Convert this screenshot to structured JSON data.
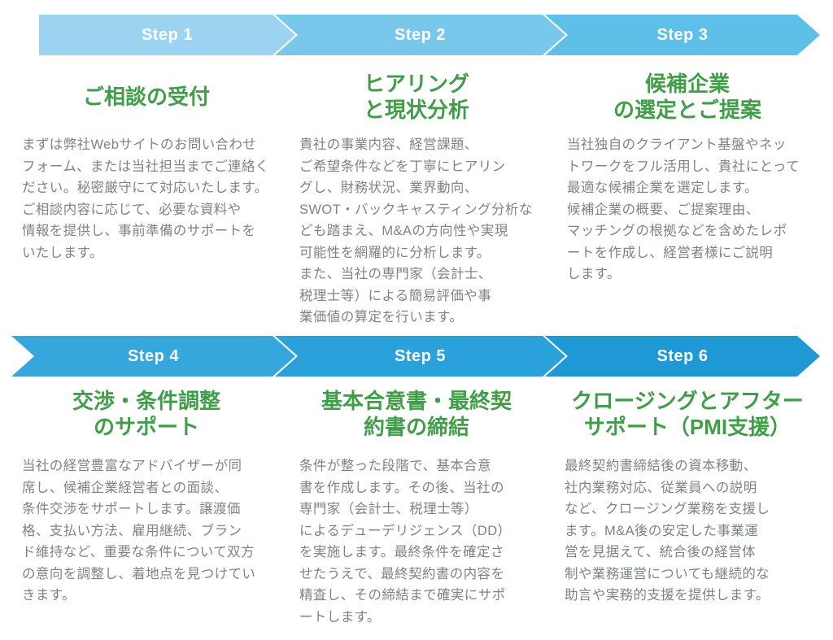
{
  "colors": {
    "background": "#ffffff",
    "title_green": "#3f9e47",
    "body_gray": "#7e8387",
    "step_label_white": "#ffffff"
  },
  "steps": [
    {
      "label": "Step 1",
      "arrow_color": "#9bd3f0",
      "title": [
        "ご相談の受付"
      ],
      "body": [
        "まずは弊社Webサイトのお問い合わせ",
        "フォーム、または当社担当までご連絡く",
        "ださい。秘密厳守にて対応いたします。",
        "ご相談内容に応じて、必要な資料や",
        "情報を提供し、事前準備のサポートを",
        "いたします。"
      ]
    },
    {
      "label": "Step 2",
      "arrow_color": "#79c8ec",
      "title": [
        "ヒアリング",
        "と現状分析"
      ],
      "body": [
        "貴社の事業内容、経営課題、",
        "ご希望条件などを丁寧にヒアリン",
        "グし、財務状況、業界動向、",
        "SWOT・バックキャスティング分析な",
        "ども踏まえ、M&Aの方向性や実現",
        "可能性を網羅的に分析します。",
        "また、当社の専門家（会計士、",
        "税理士等）による簡易評価や事",
        "業価値の算定を行います。"
      ]
    },
    {
      "label": "Step 3",
      "arrow_color": "#5ec0e9",
      "title": [
        "候補企業",
        "の選定とご提案"
      ],
      "body": [
        "当社独自のクライアント基盤やネッ",
        "トワークをフル活用し、貴社にとって",
        "最適な候補企業を選定します。",
        "候補企業の概要、ご提案理由、",
        "マッチングの根拠などを含めたレポ",
        "ートを作成し、経営者様にご説明",
        "します。"
      ]
    },
    {
      "label": "Step 4",
      "arrow_color": "#35a7dd",
      "title": [
        "交渉・条件調整",
        "のサポート"
      ],
      "body": [
        "当社の経営豊富なアドバイザーが同",
        "席し、候補企業経営者との面談、",
        "条件交渉をサポートします。譲渡価",
        "格、支払い方法、雇用継続、ブラン",
        "ド維持など、重要な条件について双方",
        "の意向を調整し、着地点を見つけてい",
        "きます。"
      ]
    },
    {
      "label": "Step 5",
      "arrow_color": "#2aa1da",
      "title": [
        "基本合意書・最終契",
        "約書の締結"
      ],
      "body": [
        "条件が整った段階で、基本合意",
        "書を作成します。その後、当社の",
        "専門家（会計士、税理士等）",
        "によるデューデリジェンス（DD）",
        "を実施します。最終条件を確定さ",
        "せたうえで、最終契約書の内容を",
        "精査し、その締結まで確実にサポ",
        "ートします。"
      ]
    },
    {
      "label": "Step 6",
      "arrow_color": "#1e99d6",
      "title": [
        "クロージングとアフター",
        "サポート（PMI支援）"
      ],
      "body": [
        "最終契約書締結後の資本移動、",
        "社内業務対応、従業員への説明",
        "など、クロージング業務を支援し",
        "ます。M&A後の安定した事業運",
        "営を見据えて、統合後の経営体",
        "制や業務運営についても継続的な",
        "助言や実務的支援を提供します。"
      ]
    }
  ]
}
